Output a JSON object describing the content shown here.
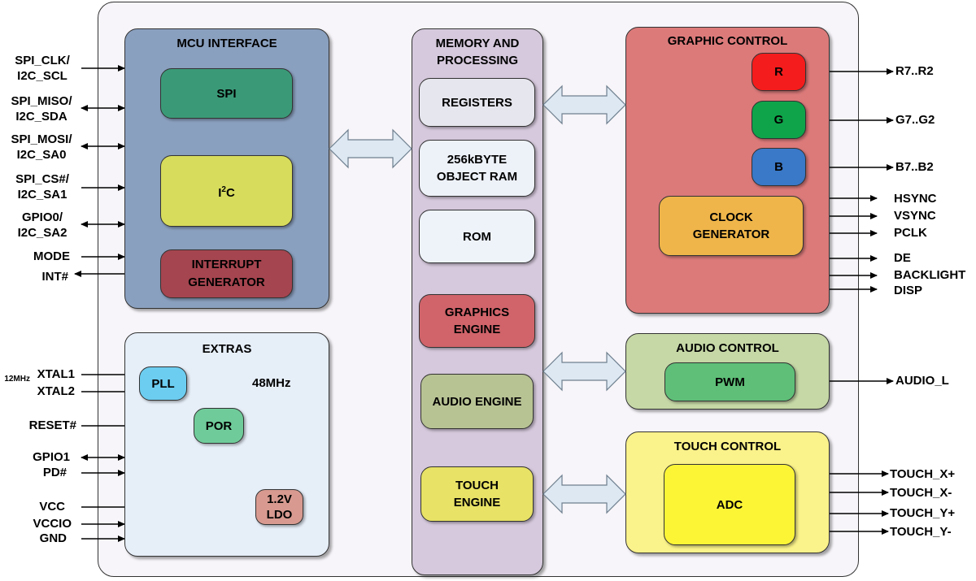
{
  "panels": {
    "mcu": "MCU INTERFACE",
    "memory": "MEMORY AND\nPROCESSING",
    "graphic": "GRAPHIC CONTROL",
    "extras": "EXTRAS",
    "audio": "AUDIO CONTROL",
    "touch": "TOUCH CONTROL"
  },
  "blocks": {
    "spi": "SPI",
    "i2c": "I",
    "i2c_sup": "2",
    "i2c_tail": "C",
    "interrupt": "INTERRUPT\nGENERATOR",
    "registers": "REGISTERS",
    "object_ram": "256kBYTE\nOBJECT RAM",
    "rom": "ROM",
    "graphics_engine": "GRAPHICS\nENGINE",
    "audio_engine": "AUDIO ENGINE",
    "touch_engine": "TOUCH\nENGINE",
    "r": "R",
    "g": "G",
    "b": "B",
    "clock": "CLOCK\nGENERATOR",
    "pwm": "PWM",
    "adc": "ADC",
    "pll": "PLL",
    "por": "POR",
    "ldo": "1.2V\nLDO"
  },
  "signals": {
    "spi_clk": "SPI_CLK/\nI2C_SCL",
    "spi_miso": "SPI_MISO/\nI2C_SDA",
    "spi_mosi": "SPI_MOSI/\nI2C_SA0",
    "spi_cs": "SPI_CS#/\nI2C_SA1",
    "gpio0": "GPIO0/\nI2C_SA2",
    "mode": "MODE",
    "int": "INT#",
    "freq_12": "12MHz",
    "xtal1": "XTAL1",
    "xtal2": "XTAL2",
    "mhz48": "48MHz",
    "reset": "RESET#",
    "gpio1": "GPIO1",
    "pd": "PD#",
    "vcc": "VCC",
    "vccio": "VCCIO",
    "gnd": "GND",
    "r_out": "R7..R2",
    "g_out": "G7..G2",
    "b_out": "B7..B2",
    "hsync": "HSYNC",
    "vsync": "VSYNC",
    "pclk": "PCLK",
    "de": "DE",
    "backlight": "BACKLIGHT",
    "disp": "DISP",
    "audio_l": "AUDIO_L",
    "touch_xp": "TOUCH_X+",
    "touch_xm": "TOUCH_X-",
    "touch_yp": "TOUCH_Y+",
    "touch_ym": "TOUCH_Y-"
  },
  "colors": {
    "chip": "#f7f5f9",
    "mcu": "#8aa0bf",
    "memory": "#d6c9dd",
    "graphic": "#dc7a7a",
    "extras": "#e6eef8",
    "audio": "#c6d8a6",
    "touch": "#faf28a",
    "spi": "#3a9a78",
    "i2c": "#d7dc5c",
    "interrupt": "#a5454f",
    "mem_light": "#e6e6ee",
    "ram": "#edf1f8",
    "rom": "#eef3fa",
    "graphics_engine": "#d0646a",
    "audio_engine": "#b8c394",
    "touch_engine": "#e8e266",
    "r": "#f41c1c",
    "g": "#0fa44a",
    "b": "#3a78c8",
    "clock": "#efb54a",
    "pwm": "#5fbf78",
    "adc": "#fcf536",
    "pll": "#6ccdf0",
    "por": "#6fcc9a",
    "ldo": "#d89a90",
    "bus_arrow": "#dde8f2"
  }
}
